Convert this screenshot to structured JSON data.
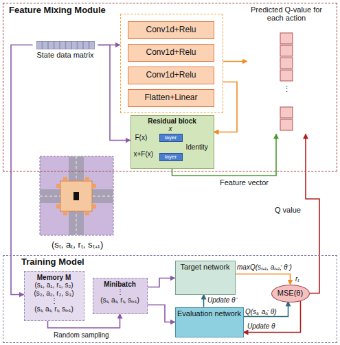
{
  "diagram": {
    "nodes": [
      {
        "text": [
          "Feature Mixing Module"
        ]
      },
      {
        "text": [
          "State data matrix"
        ],
        "in": 0
      },
      {
        "text": [],
        "in": 0
      },
      {
        "text": [
          "Conv1d+Relu"
        ],
        "in": 2
      },
      {
        "text": [
          "Conv1d+Relu"
        ],
        "in": 2
      },
      {
        "text": [
          "Conv1d+Relu"
        ],
        "in": 2
      },
      {
        "text": [
          "Flatten+Linear"
        ],
        "in": 2
      },
      {
        "text": [
          "Predicted Q-value for each action",
          "⋮"
        ],
        "in": 0
      },
      {
        "text": [
          "Residual block",
          "x",
          "F(x)",
          "x+F(x)",
          "Identity"
        ],
        "in": 0
      },
      {
        "text": [
          "layer"
        ],
        "in": 8
      },
      {
        "text": [
          "layer"
        ],
        "in": 8
      },
      {
        "text": [
          "Training Model"
        ]
      },
      {
        "text": [
          "Memory M",
          "(s₁, a₁, r₁, s₂)",
          "(s₂, a₂, r₂, s₃)",
          "⋮",
          "(sₜ, aₜ, rₜ, sₜ₊₁)"
        ],
        "in": 11
      },
      {
        "text": [
          "Minibatch",
          "⋮",
          "(sₜ, aₜ, rₜ, sₜ₊₁)"
        ],
        "in": 11
      },
      {
        "text": [
          "Target network"
        ],
        "in": 11
      },
      {
        "text": [
          "Evaluation network"
        ],
        "in": 11
      },
      {
        "text": [
          "MSE(θ)"
        ],
        "in": 11
      }
    ],
    "edges": [
      {
        "from": 1,
        "to": 2,
        "arrow": "to"
      },
      {
        "from": 1,
        "to": 8,
        "arrow": "to"
      },
      {
        "from": 1,
        "to": 12,
        "arrow": "to"
      },
      {
        "from": 2,
        "to": 7,
        "arrow": "to"
      },
      {
        "from": 2,
        "to": 8,
        "arrow": "to"
      },
      {
        "from": 8,
        "to": 7,
        "arrow": "to"
      },
      {
        "from": 9,
        "to": 10,
        "arrow": "to"
      },
      {
        "from": 12,
        "to": 13,
        "arrow": "to"
      },
      {
        "from": 13,
        "to": 14,
        "arrow": "to"
      },
      {
        "from": 13,
        "to": 15,
        "arrow": "to"
      },
      {
        "from": 14,
        "to": 16,
        "arrow": "to"
      },
      {
        "from": 15,
        "to": 16,
        "arrow": "to"
      },
      {
        "from": 16,
        "to": 15,
        "arrow": "to"
      },
      {
        "from": 15,
        "to": 14,
        "arrow": "to"
      },
      {
        "from": 16,
        "to": 7,
        "arrow": "to"
      }
    ],
    "labels": [
      "(sₜ, aₜ, rₜ, sₜ₊₁)",
      "Feature vector",
      "Q value",
      "Random sampling",
      "Update θ⁻",
      "Update θ",
      "maxQ(sₜ₊₁, aₜ₊₁; θ⁻)",
      "rₜ",
      "Q(sₜ, aₜ; θ)"
    ]
  }
}
